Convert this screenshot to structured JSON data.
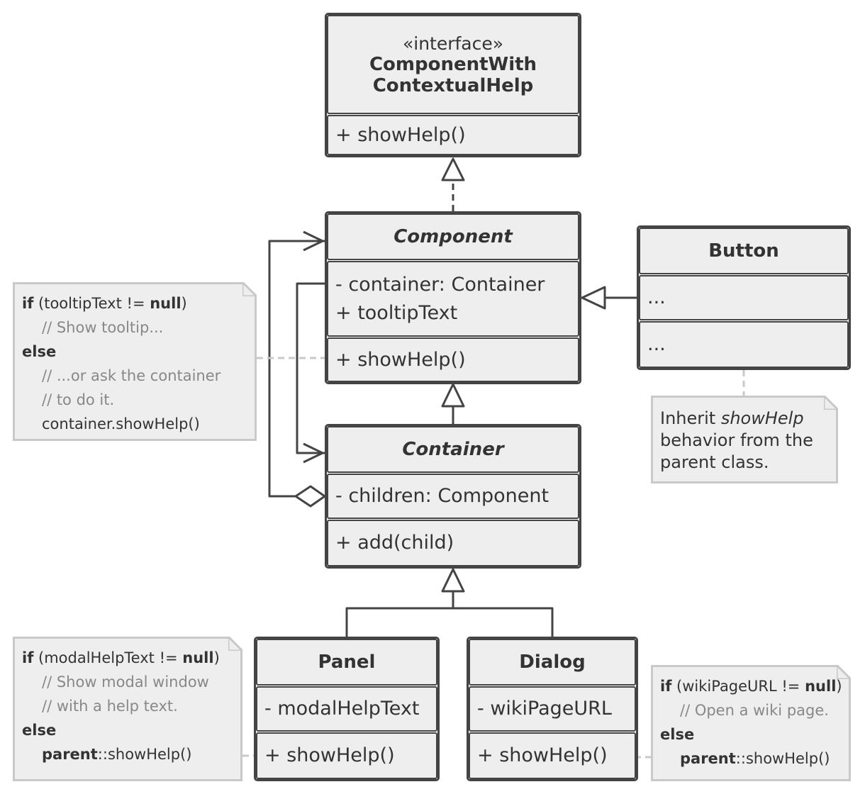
{
  "interface": {
    "stereotype": "«interface»",
    "name_line1": "ComponentWith",
    "name_line2": "ContextualHelp",
    "method": "+ showHelp()"
  },
  "component": {
    "name": "Component",
    "field1": "- container: Container",
    "field2": "+ tooltipText",
    "method": "+ showHelp()"
  },
  "button": {
    "name": "Button",
    "section1": "...",
    "section2": "..."
  },
  "container": {
    "name": "Container",
    "field": "- children: Component",
    "method": "+ add(child)"
  },
  "panel": {
    "name": "Panel",
    "field": "- modalHelpText",
    "method": "+ showHelp()"
  },
  "dialog": {
    "name": "Dialog",
    "field": "- wikiPageURL",
    "method": "+ showHelp()"
  },
  "note_component": {
    "l1_kw": "if",
    "l1_a": " (tooltipText != ",
    "l1_null": "null",
    "l1_b": ")",
    "l2": "// Show tooltip...",
    "l3_kw": "else",
    "l4": "// ...or ask the container",
    "l5": "// to do it.",
    "l6": "container.showHelp()"
  },
  "note_button": {
    "a": "Inherit ",
    "b": "showHelp",
    "c": " behavior from the",
    "d": "parent class."
  },
  "note_panel": {
    "l1_kw": "if",
    "l1_a": " (modalHelpText != ",
    "l1_null": "null",
    "l1_b": ")",
    "l2": "// Show modal window",
    "l3": "// with a help text.",
    "l4_kw": "else",
    "l5_kw": "parent",
    "l5_rest": "::showHelp()"
  },
  "note_dialog": {
    "l1_kw": "if",
    "l1_a": " (wikiPageURL != ",
    "l1_null": "null",
    "l1_b": ")",
    "l2": "// Open a wiki page.",
    "l3_kw": "else",
    "l4_kw": "parent",
    "l4_rest": "::showHelp()"
  }
}
